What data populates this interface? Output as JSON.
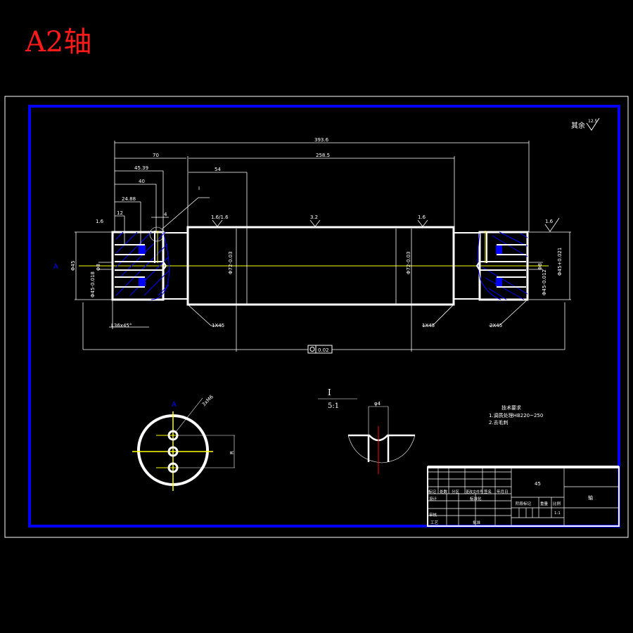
{
  "title": "A2轴",
  "colors": {
    "border": "#0000ff",
    "outline": "#ffffff",
    "centerline": "#ffff00",
    "hatch": "#0000ff",
    "title": "#ff1a1a"
  },
  "roughness_other": {
    "label": "其余",
    "value": "12.5"
  },
  "dimensions": {
    "total_length": "393.6",
    "body_length": "258.5",
    "d70": "70",
    "d45_39": "45.39",
    "d40": "40",
    "d24_88": "24.88",
    "d12": "12",
    "d54": "54",
    "d4": "4",
    "dia_left": "Φ45",
    "dia_left_tol": "Φ45-0.018",
    "dia_body": "Φ72-0.03",
    "dia_body_right": "Φ72-0.03",
    "dia_right": "Φ45-0.012",
    "dia_right_tol": "Φ45+0.021",
    "small_hole": "Φ8",
    "small_hole_right": "Φ8",
    "chamfer_left": "L36x45°",
    "chamfer_1": "1X45",
    "chamfer_2": "1X45",
    "chamfer_3": "2X45",
    "flatness": "0.02",
    "roughness_1": "1.6",
    "roughness_2": "1.6/1.6",
    "roughness_3": "3.2",
    "roughness_4": "1.6",
    "roughness_5": "1.6",
    "detail_marker": "I"
  },
  "section": {
    "label": "A",
    "hole_note": "3xM6",
    "radius": "R"
  },
  "detail": {
    "label": "I",
    "scale": "5:1",
    "dia": "φ4"
  },
  "tech_requirements": {
    "heading": "技术要求",
    "items": [
      "1.调质处理HB220~250",
      "2.去毛刺"
    ]
  },
  "title_block": {
    "material": "45",
    "part_name": "轴",
    "headers": [
      "标记",
      "处数",
      "分区",
      "更改文件号",
      "签名",
      "年月日"
    ],
    "design": "设计",
    "standard": "标准化",
    "review": "审核",
    "process": "工艺",
    "approve": "批准",
    "stage": "阶段标记",
    "weight": "重量",
    "scale_label": "比例",
    "scale": "1:1"
  }
}
